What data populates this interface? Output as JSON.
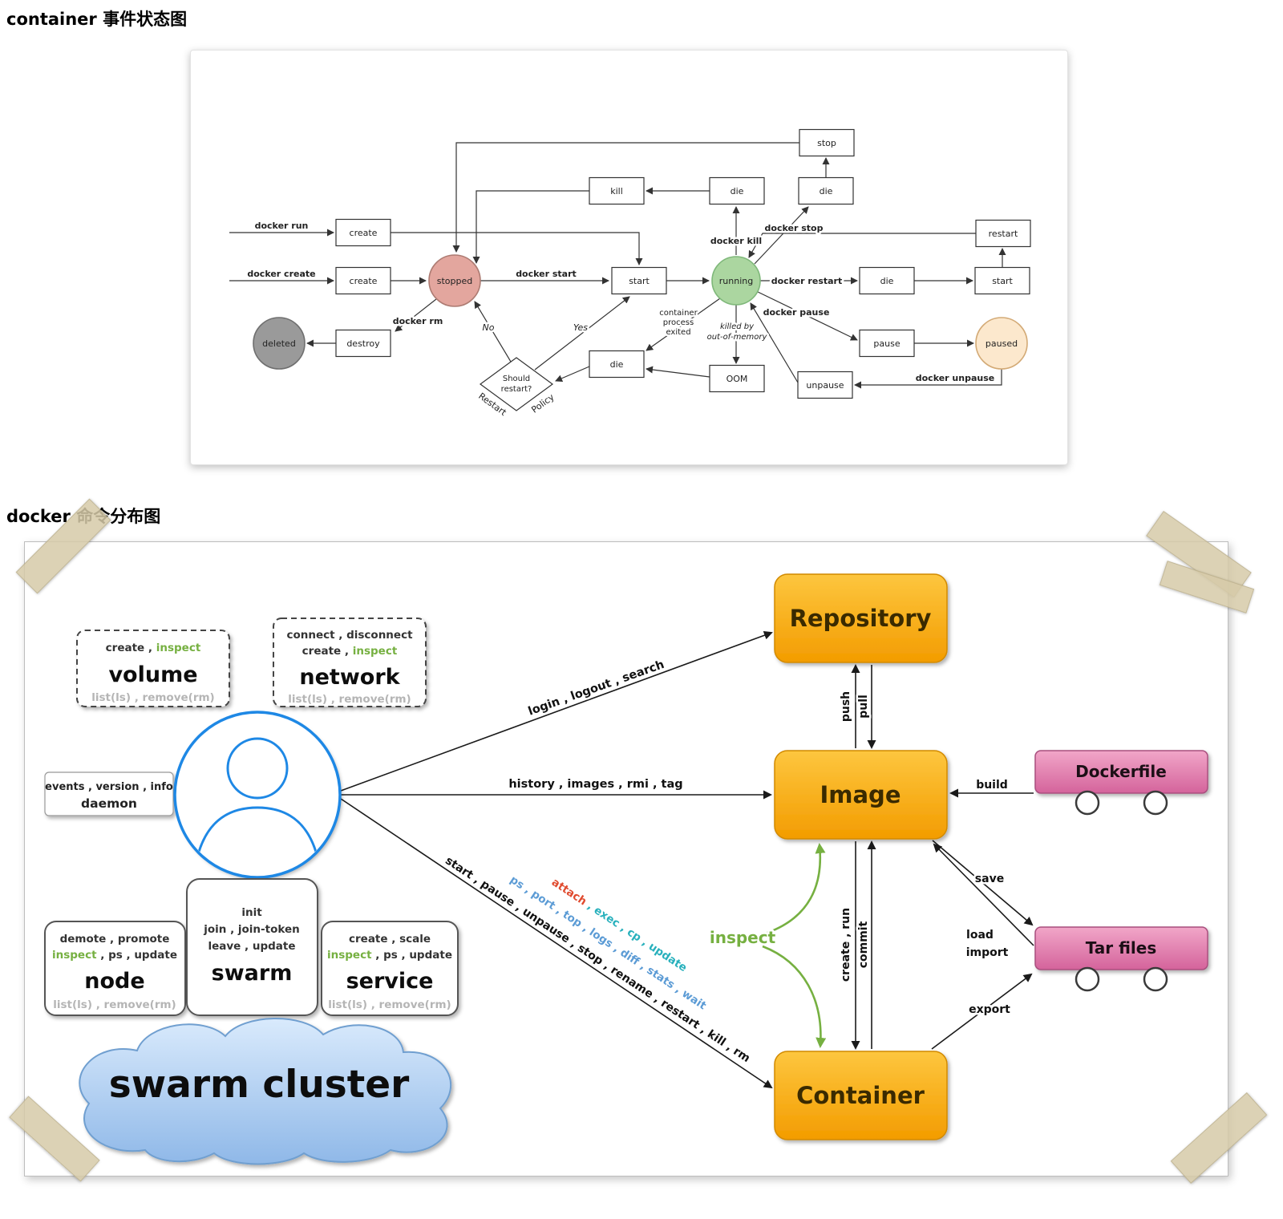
{
  "titles": {
    "state_diagram": "container 事件状态图",
    "command_map": "docker 命令分布图"
  },
  "colors": {
    "inspect_green": "#76b041",
    "query_blue": "#5b9bd5",
    "attach_red": "#e04b2f",
    "exec_teal": "#27b0bc",
    "orange_top": "#fdc63f",
    "orange_bottom": "#f39c00",
    "pink_top": "#f1a6c8",
    "pink_bottom": "#d4639b",
    "state_stopped": "#e3a69e",
    "state_running": "#abd6a0",
    "state_deleted": "#9a9a9a",
    "state_paused": "#fce8cd",
    "person_blue": "#1e88e5"
  },
  "state": {
    "boxes": {
      "stop": "stop",
      "kill": "kill",
      "die_kill": "die",
      "die_stop": "die",
      "create_run": "create",
      "restart": "restart",
      "create_create": "create",
      "start_main": "start",
      "die_restart": "die",
      "start_restart": "start",
      "destroy": "destroy",
      "pause": "pause",
      "die_exit": "die",
      "oom": "OOM",
      "unpause": "unpause"
    },
    "circles": {
      "stopped": "stopped",
      "running": "running",
      "deleted": "deleted",
      "paused": "paused"
    },
    "diamond": {
      "line1": "Should",
      "line2": "restart?"
    },
    "labels": {
      "docker_run": "docker run",
      "docker_create": "docker create",
      "docker_start": "docker start",
      "docker_kill": "docker kill",
      "docker_stop": "docker stop",
      "docker_restart": "docker restart",
      "docker_pause": "docker pause",
      "docker_unpause": "docker unpause",
      "docker_rm": "docker rm",
      "no": "No",
      "yes": "Yes",
      "exited_1": "container",
      "exited_2": "process",
      "exited_3": "exited",
      "oom_1": "killed by",
      "oom_2": "out-of-memory",
      "restart_edge": "Restart",
      "policy_edge": "Policy"
    }
  },
  "cmd": {
    "volume": {
      "row1a": "create , ",
      "row1b": "inspect",
      "name": "volume",
      "row3": "list(ls) , remove(rm)"
    },
    "network": {
      "row1": "connect , disconnect",
      "row2a": "create , ",
      "row2b": "inspect",
      "name": "network",
      "row4": "list(ls) , remove(rm)"
    },
    "daemon": {
      "row1": "events , version , info",
      "name": "daemon"
    },
    "node": {
      "row1": "demote , promote",
      "row2a": "inspect",
      "row2b": " , ps , update",
      "name": "node",
      "row4": "list(ls) , remove(rm)"
    },
    "swarm": {
      "row1": "init",
      "row2": "join , join-token",
      "row3": "leave , update",
      "name": "swarm"
    },
    "service": {
      "row1": "create , scale",
      "row2a": "inspect",
      "row2b": " , ps , update",
      "name": "service",
      "row4": "list(ls) , remove(rm)"
    },
    "cloud": "swarm cluster",
    "entities": {
      "repository": "Repository",
      "image": "Image",
      "container": "Container",
      "dockerfile": "Dockerfile",
      "tar_files": "Tar files"
    },
    "edges": {
      "repo_cmds": "login , logout , search",
      "image_cmds": "history , images , rmi , tag",
      "container_cmds": "start , pause , unpause , stop , rename , restart , kill , rm",
      "query_a": "ps , port , top , ",
      "query_logs": "logs",
      "query_b": " , diff , stats , wait",
      "attach": "attach",
      "attach_rest": " , exec , cp , update",
      "inspect": "inspect",
      "push": "push",
      "pull": "pull",
      "create_run": "create , run",
      "commit": "commit",
      "build": "build",
      "save": "save",
      "load": "load",
      "import": "import",
      "export": "export"
    }
  }
}
